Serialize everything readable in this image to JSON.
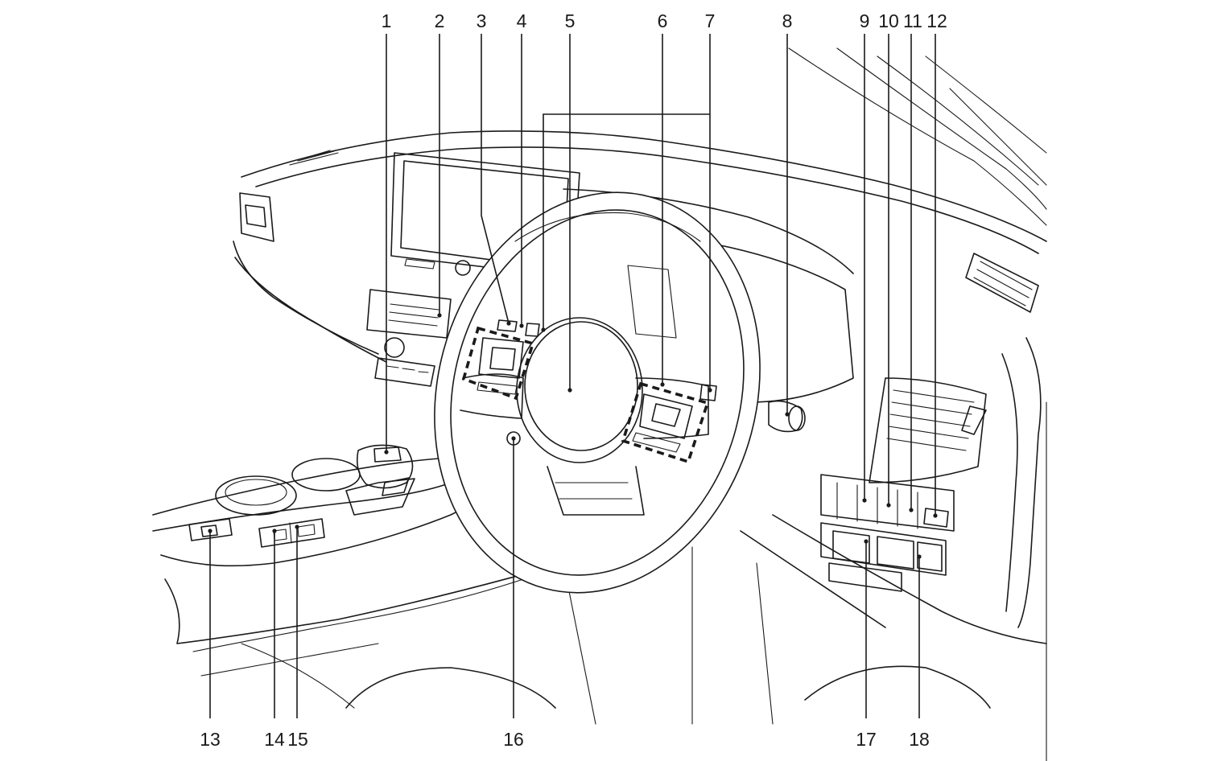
{
  "diagram": {
    "callouts": [
      {
        "id": "c1",
        "label": "1"
      },
      {
        "id": "c2",
        "label": "2"
      },
      {
        "id": "c3",
        "label": "3"
      },
      {
        "id": "c4",
        "label": "4"
      },
      {
        "id": "c5",
        "label": "5"
      },
      {
        "id": "c6",
        "label": "6"
      },
      {
        "id": "c7",
        "label": "7"
      },
      {
        "id": "c8",
        "label": "8"
      },
      {
        "id": "c9",
        "label": "9"
      },
      {
        "id": "c10",
        "label": "10"
      },
      {
        "id": "c11",
        "label": "11"
      },
      {
        "id": "c12",
        "label": "12"
      },
      {
        "id": "c13",
        "label": "13"
      },
      {
        "id": "c14",
        "label": "14"
      },
      {
        "id": "c15",
        "label": "15"
      },
      {
        "id": "c16",
        "label": "16"
      },
      {
        "id": "c17",
        "label": "17"
      },
      {
        "id": "c18",
        "label": "18"
      }
    ]
  },
  "colors": {
    "line": "#1a1a1a",
    "background": "#ffffff"
  }
}
